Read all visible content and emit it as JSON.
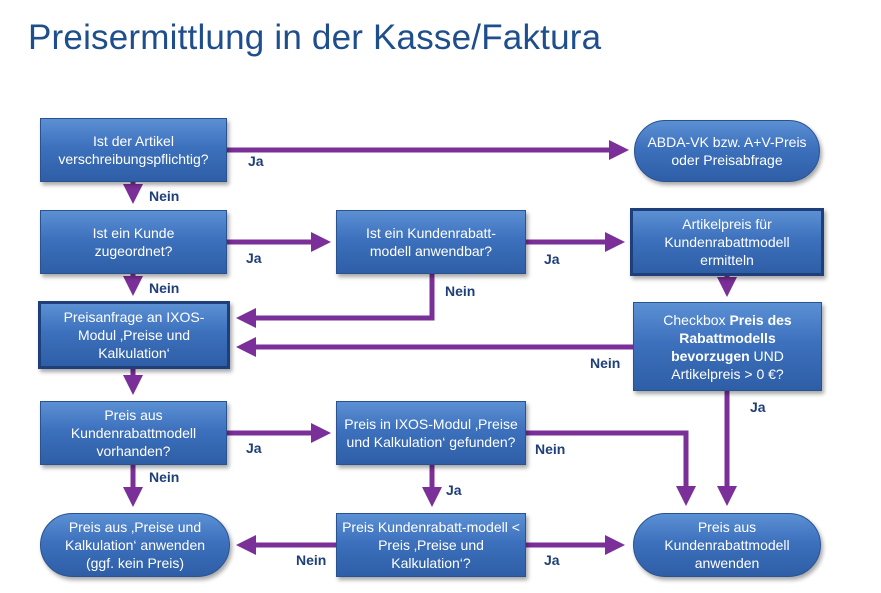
{
  "title": "Preisermittlung in der Kasse/Faktura",
  "colors": {
    "box": "#3d71bd",
    "arrow": "#7b2f98",
    "text": "#1f4e8c"
  },
  "nodes": {
    "n1": "Ist der Artikel verschreibungspflichtig?",
    "n2": "ABDA-VK bzw. A+V-Preis oder Preisabfrage",
    "n3": "Ist ein Kunde zugeordnet?",
    "n4": "Ist ein Kundenrabatt-modell anwendbar?",
    "n5": "Artikelpreis für Kundenrabattmodell ermitteln",
    "n6": "Preisanfrage an IXOS-Modul ‚Preise und Kalkulation‘",
    "n7": {
      "p1": "Checkbox ",
      "bold": "Preis des Rabattmodells bevorzugen",
      "p2": " UND Artikelpreis > 0 €?"
    },
    "n8": "Preis aus Kundenrabattmodell vorhanden?",
    "n9": "Preis in IXOS-Modul ‚Preise und Kalkulation‘ gefunden?",
    "n10": "Preis aus ‚Preise und Kalkulation‘ anwenden (ggf. kein Preis)",
    "n11": "Preis Kundenrabatt-modell < Preis ‚Preise und Kalkulation‘?",
    "n12": "Preis aus Kundenrabattmodell anwenden"
  },
  "labels": {
    "ja": "Ja",
    "nein": "Nein"
  }
}
